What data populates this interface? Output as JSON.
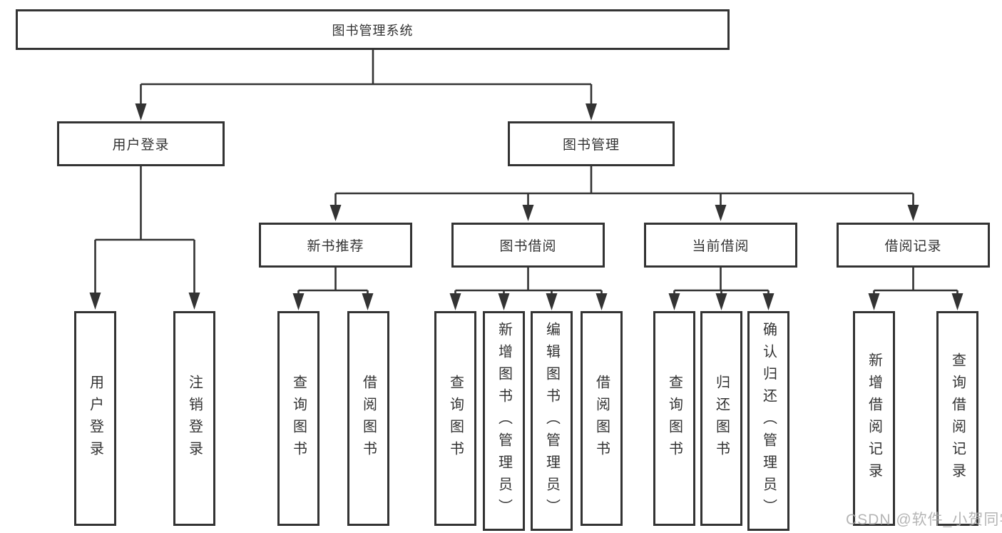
{
  "colors": {
    "line": "#333333",
    "text": "#333333",
    "bg": "#ffffff",
    "watermark": "#a9a9a9"
  },
  "watermark": {
    "text": "CSDN @软件_小贺同学"
  },
  "tree": {
    "label": "图书管理系统",
    "children": [
      {
        "label": "用户登录",
        "children": [
          {
            "label": "用户登录"
          },
          {
            "label": "注销登录"
          }
        ]
      },
      {
        "label": "图书管理",
        "children": [
          {
            "label": "新书推荐",
            "children": [
              {
                "label": "查询图书"
              },
              {
                "label": "借阅图书"
              }
            ]
          },
          {
            "label": "图书借阅",
            "children": [
              {
                "label": "查询图书"
              },
              {
                "label": "新增图书（管理员）"
              },
              {
                "label": "编辑图书（管理员）"
              },
              {
                "label": "借阅图书"
              }
            ]
          },
          {
            "label": "当前借阅",
            "children": [
              {
                "label": "查询图书"
              },
              {
                "label": "归还图书"
              },
              {
                "label": "确认归还（管理员）"
              }
            ]
          },
          {
            "label": "借阅记录",
            "children": [
              {
                "label": "新增借阅记录"
              },
              {
                "label": "查询借阅记录"
              }
            ]
          }
        ]
      }
    ]
  }
}
